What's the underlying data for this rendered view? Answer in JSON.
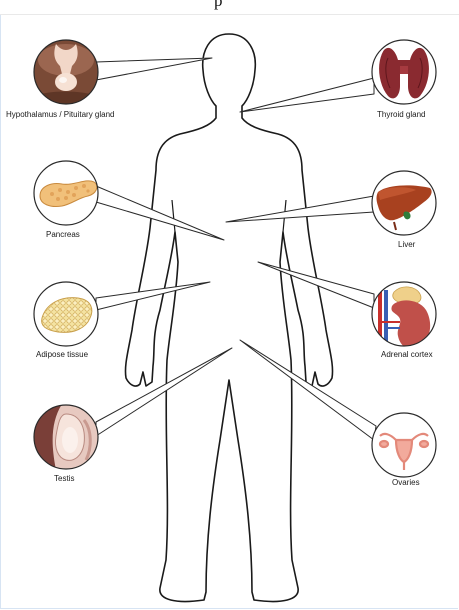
{
  "top_fragment": "p",
  "labels": {
    "hypothalamus": "Hypothalamus / Pituitary gland",
    "thyroid": "Thyroid gland",
    "pancreas": "Pancreas",
    "liver": "Liver",
    "adipose": "Adipose tissue",
    "adrenal": "Adrenal cortex",
    "testis": "Testis",
    "ovaries": "Ovaries"
  },
  "icons": {
    "hypothalamus": "pituitary-gland-icon",
    "thyroid": "thyroid-gland-icon",
    "pancreas": "pancreas-icon",
    "liver": "liver-icon",
    "adipose": "adipose-tissue-icon",
    "adrenal": "adrenal-kidney-icon",
    "testis": "testis-icon",
    "ovaries": "uterus-ovaries-icon"
  },
  "colors": {
    "outline": "#1a1a1a",
    "pointer_fill": "#ffffff",
    "circle_stroke": "#2a2a2a"
  }
}
